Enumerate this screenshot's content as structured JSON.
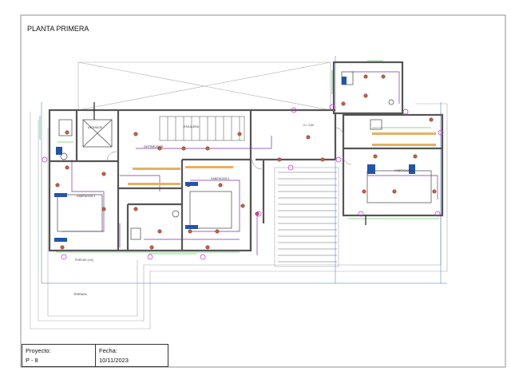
{
  "sheet": {
    "title": "PLANTA PRIMERA"
  },
  "rooms": {
    "escalera": "ESCALERA",
    "pasillo": "DISTRIBUIDOR",
    "hab1": "HABITACION 1",
    "hab2": "HABITACION 2",
    "hab3": "HABITACION 3",
    "ascensor": "ASCENSOR",
    "terraza": "TERRAZA",
    "porche": "PORCHE (V/C)",
    "altura": "H = 2,60"
  },
  "title_block": {
    "project_label": "Proyecto:",
    "project_value": "P - 8",
    "date_label": "Fecha:",
    "date_value": "10/11/2023"
  },
  "colors": {
    "wall": "#555555",
    "light_point": "#cc6600",
    "wiring": "#7a33aa",
    "switch": "#2255aa",
    "dimension": "#22aa22",
    "marker": "#cc33cc",
    "frame": "#3377cc"
  }
}
